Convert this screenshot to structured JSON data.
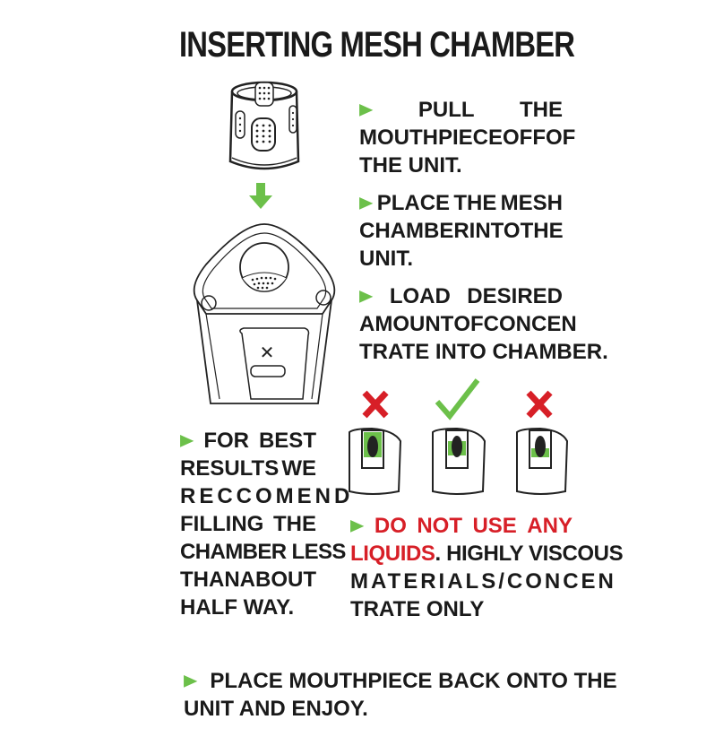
{
  "title": "INSERTING MESH CHAMBER",
  "colors": {
    "accent_green": "#6cc04a",
    "warning_red": "#d71f27",
    "text": "#1a1a1a"
  },
  "icons": {
    "bullet": "green-triangle-bullet",
    "down_arrow": "green-down-arrow",
    "correct": "green-checkmark",
    "wrong": "red-x"
  },
  "steps": [
    {
      "lines": [
        [
          "PULL",
          "THE"
        ],
        [
          "MOUTHPIECE",
          "OFF",
          "OF"
        ],
        [
          "THE UNIT."
        ]
      ]
    },
    {
      "lines": [
        [
          "PLACE",
          "THE",
          "MESH"
        ],
        [
          "CHAMBER",
          "INTO",
          "THE"
        ],
        [
          "UNIT."
        ]
      ]
    },
    {
      "lines": [
        [
          "LOAD",
          "DESIRED"
        ],
        [
          "AMOUNT",
          "OF",
          "CONCEN"
        ],
        [
          "TRATE INTO CHAMBER."
        ]
      ]
    }
  ],
  "tip": {
    "lines": [
      [
        "FOR",
        "BEST"
      ],
      [
        "RESULTS",
        "WE"
      ],
      [
        "RECCOMEND"
      ],
      [
        "FILLING",
        "THE"
      ],
      [
        "CHAMBER LESS"
      ],
      [
        "THAN",
        "ABOUT"
      ],
      [
        "HALF WAY."
      ]
    ]
  },
  "fill_examples": [
    {
      "mark": "wrong",
      "label": "overfilled"
    },
    {
      "mark": "correct",
      "label": "half filled"
    },
    {
      "mark": "wrong",
      "label": "underfilled"
    }
  ],
  "warning": {
    "red_line1": [
      "DO",
      "NOT",
      "USE",
      "ANY"
    ],
    "red_word": "LIQUIDS",
    "line2_rest": ". HIGHLY VISCOUS",
    "line3": "MATERIALS/CONCEN",
    "line4": "TRATE ONLY"
  },
  "final_step": {
    "line1": "PLACE MOUTHPIECE BACK ONTO THE",
    "line2": "UNIT AND ENJOY."
  }
}
